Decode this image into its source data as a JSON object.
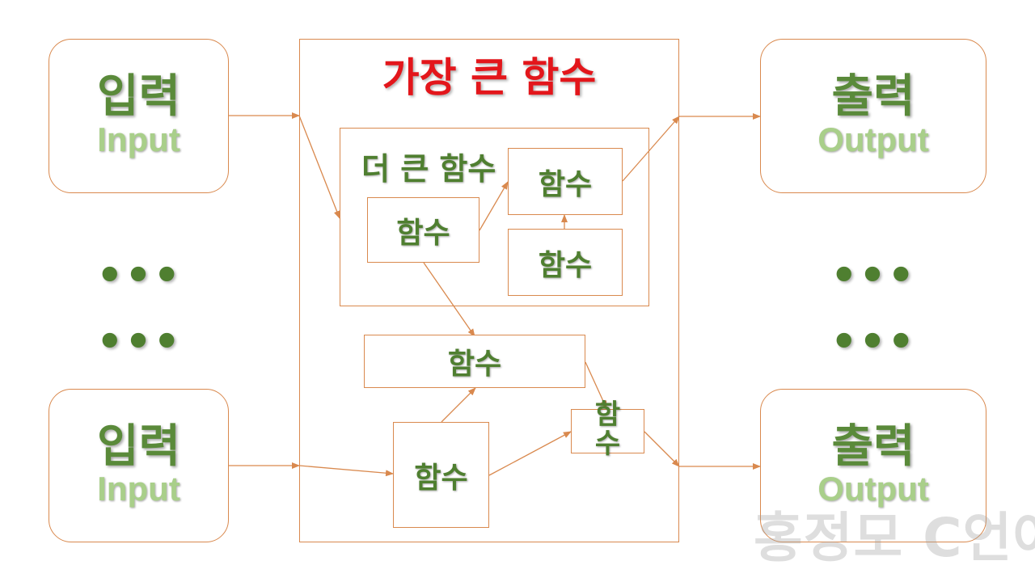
{
  "inputs": [
    {
      "korean": "입력",
      "english": "Input"
    },
    {
      "korean": "입력",
      "english": "Input"
    }
  ],
  "outputs": [
    {
      "korean": "출력",
      "english": "Output"
    },
    {
      "korean": "출력",
      "english": "Output"
    }
  ],
  "ellipsis": "•••",
  "largest_function": {
    "title": "가장 큰 함수"
  },
  "bigger_function": {
    "title": "더 큰 함수"
  },
  "function_label": "함수",
  "small_function_chars": [
    "함",
    "수"
  ],
  "watermark": "홍정모 C언어",
  "colors": {
    "border": "#d9894e",
    "title_red": "#e3161b",
    "label_green": "#4f7f30",
    "english_light_green": "#a9cf8a"
  }
}
